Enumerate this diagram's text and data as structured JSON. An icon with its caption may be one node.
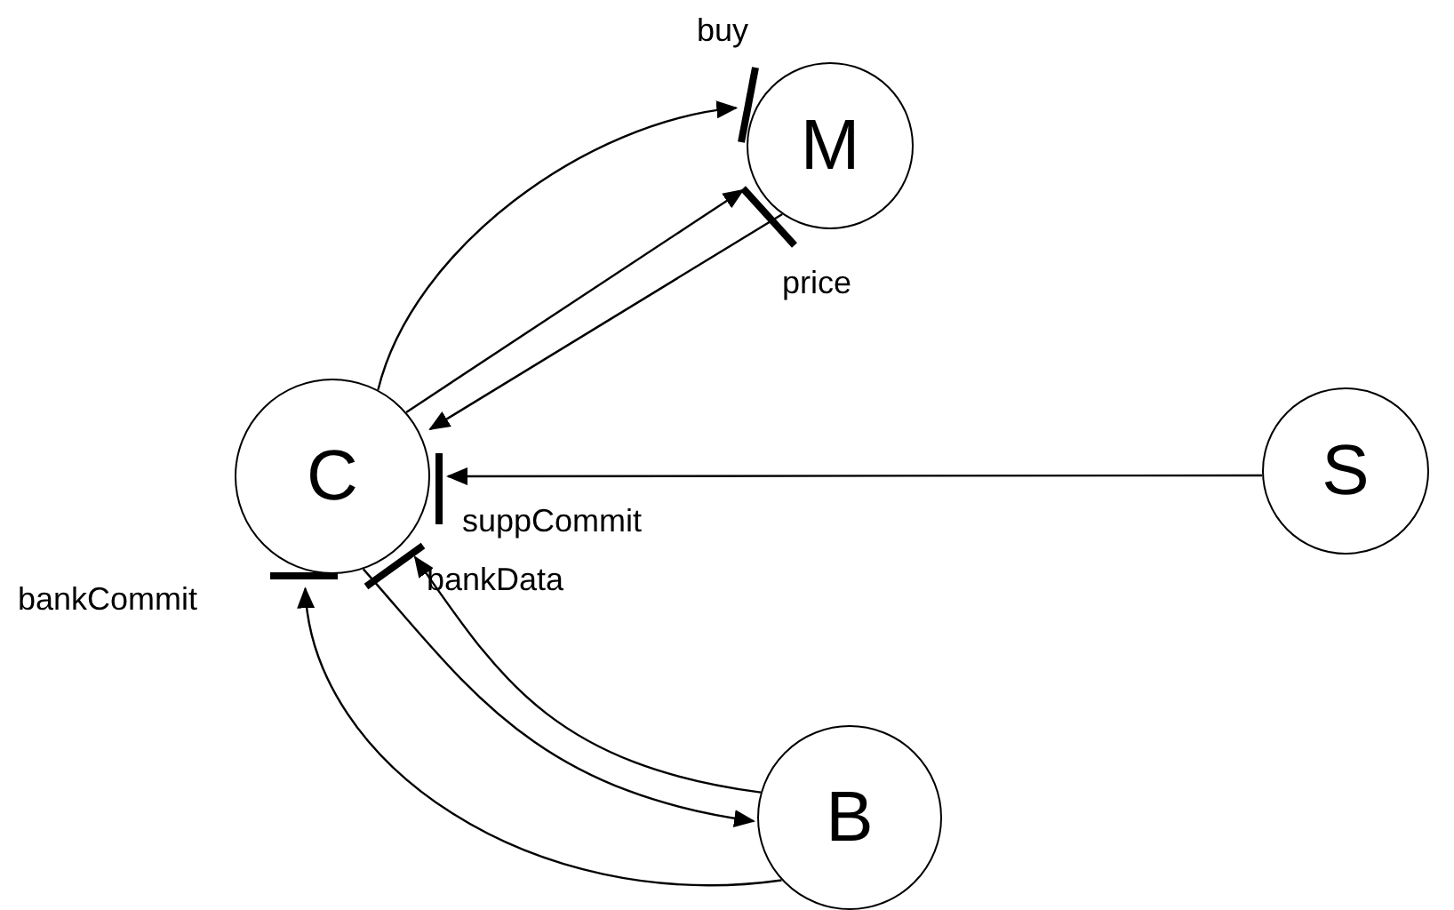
{
  "diagram": {
    "nodes": [
      {
        "text": [
          "M"
        ]
      },
      {
        "text": [
          "C"
        ]
      },
      {
        "text": [
          "S"
        ]
      },
      {
        "text": [
          "B"
        ]
      }
    ],
    "edges": [
      {
        "from": 1,
        "to": 0,
        "arrow": "to"
      },
      {
        "from": 1,
        "to": 0,
        "arrow": "to"
      },
      {
        "from": 0,
        "to": 1,
        "arrow": "to"
      },
      {
        "from": 2,
        "to": 1,
        "arrow": "to"
      },
      {
        "from": 3,
        "to": 1,
        "arrow": "to"
      },
      {
        "from": 1,
        "to": 3,
        "arrow": "to"
      },
      {
        "from": 3,
        "to": 1,
        "arrow": "to"
      }
    ],
    "labels": [
      "buy",
      "price",
      "suppCommit",
      "bankData",
      "bankCommit"
    ]
  }
}
